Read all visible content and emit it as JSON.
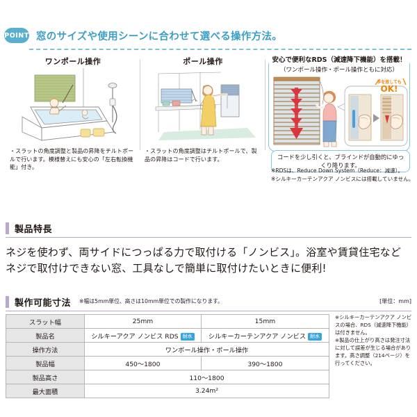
{
  "point": {
    "badge": "POINT",
    "title": "窓のサイズや使用シーンに合わせて選べる操作方法。",
    "accent_color": "#5aafd0",
    "title_color": "#3d9fc4"
  },
  "panels": [
    {
      "heading": "ワンポール操作",
      "note": "・スラットの角度調整と製品の昇降をチルトポールで行います。模様替えにも安心の「左右転換機能」付き。",
      "scene": "bathroom-blind-illustration"
    },
    {
      "heading": "ポール操作",
      "note": "・スラットの角度調整はチルトポールで、製品の昇降はコードで行います。",
      "scene": "kitchen-blind-illustration"
    }
  ],
  "rds": {
    "title": "安心で便利なRDS（減速降下機能）を搭載！",
    "subtitle": "（ワンポール操作・ポール操作ともに対応）",
    "inset_label_top": "手を放しても",
    "inset_label_bottom": "OK!",
    "caption": "コードを少し引くと、ブラインドが自動的にゆっくり降ります。",
    "footnotes": [
      "※RDSは、Reduce Down System（Reduce：減速）。",
      "※シルキーカーテンアクア ノンビスには搭載していません。"
    ],
    "border_color": "#7ec8e0",
    "ok_color": "#ef8200"
  },
  "features": {
    "section_title": "製品特長",
    "lines": [
      "ネジを使わず、両サイドにつっぱる力で取付ける「ノンビス」。浴室や賃貸住宅など",
      "ネジで取付けできない窓、工具なしで簡単に取付けたいときに便利!"
    ],
    "bar_color": "#b9a7ce"
  },
  "specs": {
    "section_title": "製作可能寸法",
    "section_note": "※幅は5mm単位、高さは10mm単位での製作になります。",
    "unit_label": "[単位：mm]",
    "rows": [
      {
        "header": "スラット幅",
        "cells": [
          {
            "text": "25mm",
            "badge": ""
          },
          {
            "text": "15mm",
            "badge": ""
          }
        ]
      },
      {
        "header": "製品名",
        "cells": [
          {
            "text": "シルキーアクア ノンビス RDS",
            "badge": "耐水"
          },
          {
            "text": "シルキーカーテンアクア ノンビス",
            "badge": "耐水"
          }
        ]
      },
      {
        "header": "操作方法",
        "cells": [
          {
            "text": "ワンポール操作・ポール操作",
            "badge": "",
            "span": 2
          }
        ]
      },
      {
        "header": "製品幅",
        "cells": [
          {
            "text": "450〜1800",
            "badge": ""
          },
          {
            "text": "390〜1800",
            "badge": ""
          }
        ]
      },
      {
        "header": "製品高さ",
        "cells": [
          {
            "text": "110〜1800",
            "badge": "",
            "span": 2
          }
        ]
      },
      {
        "header": "最大面積",
        "cells": [
          {
            "text": "3.24m²",
            "badge": "",
            "span": 2
          }
        ]
      }
    ],
    "side_notes": [
      "※シルキーカーテンアクア ノンビスの場合、RDS（減速降下機能）は付きません。",
      "※製品の仕上がり高さは発注寸法に対して誤差が生じる場合があります。高さ調整（214ページ）を行ってください。"
    ],
    "badge_color": "#36a3dc",
    "header_bg": "#e6e6e6"
  }
}
